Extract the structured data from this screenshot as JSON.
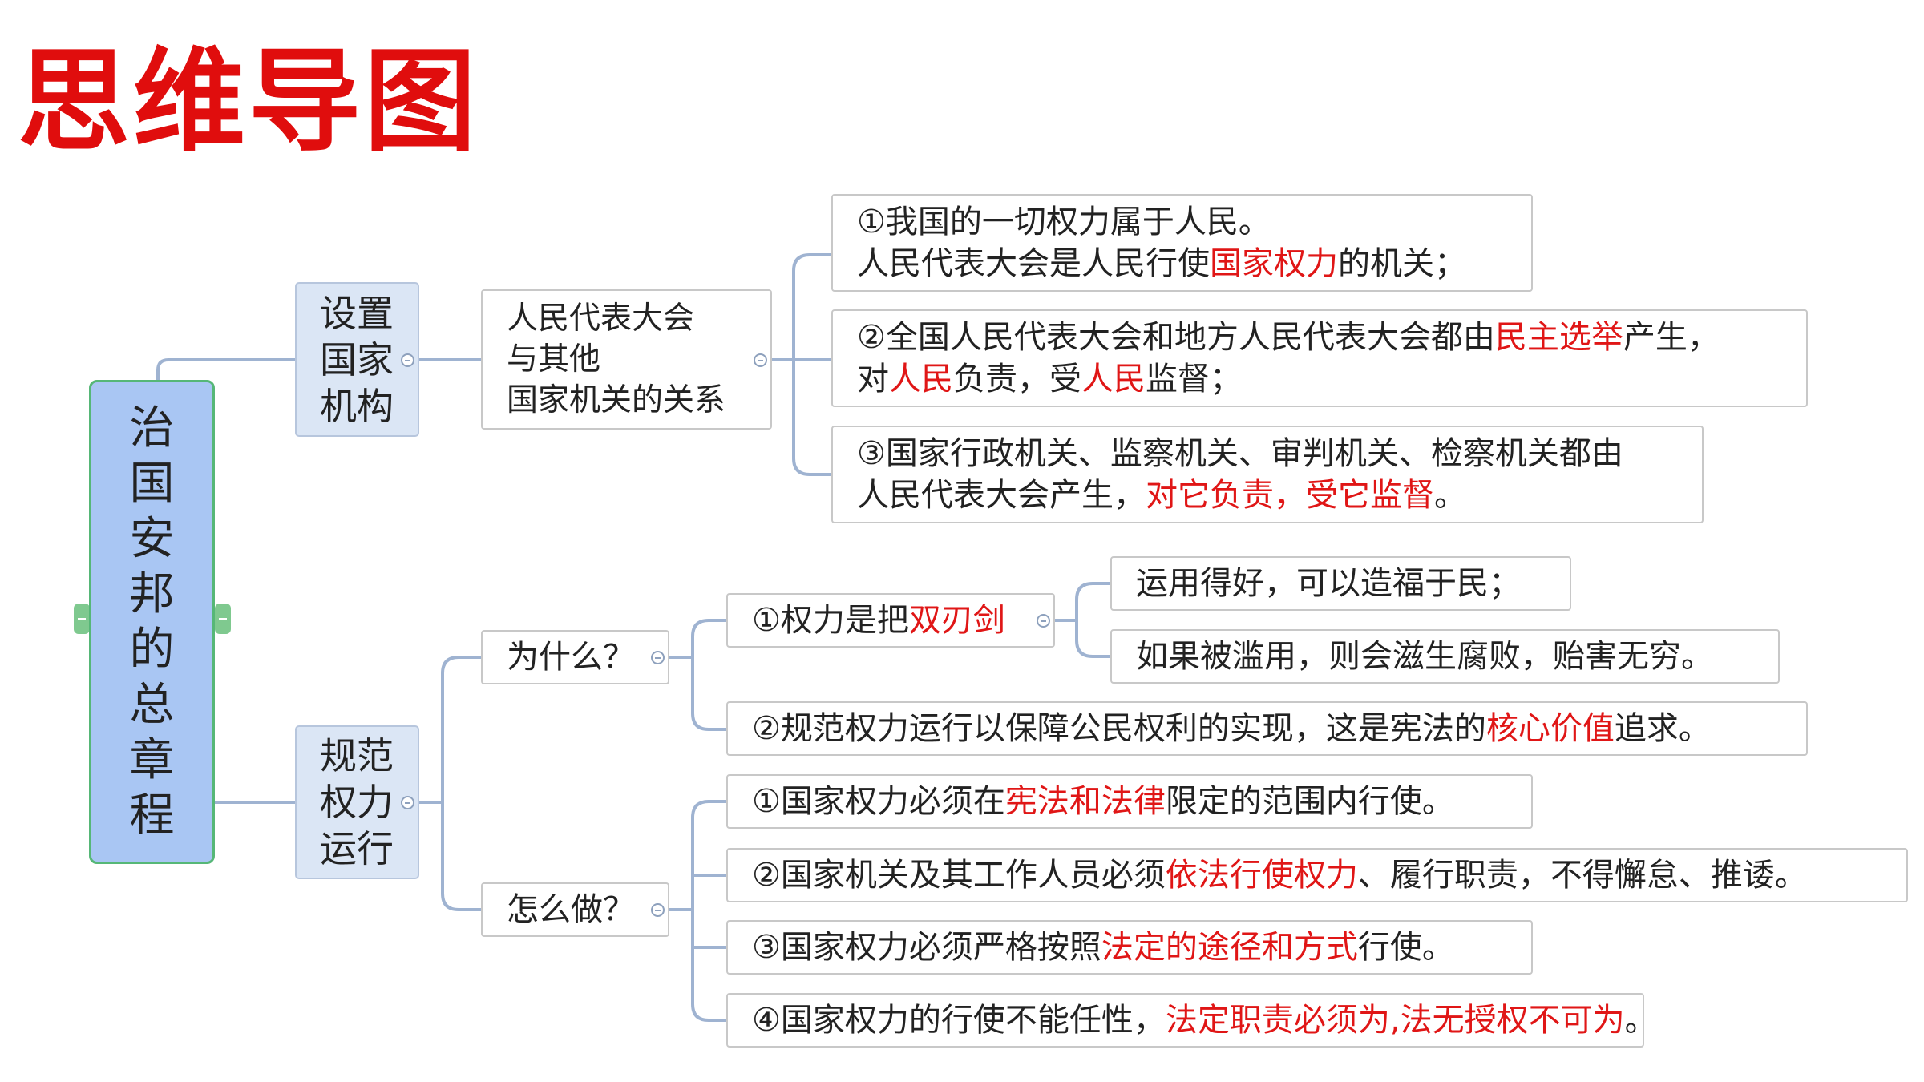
{
  "title": "思维导图",
  "root": {
    "label": "治国安邦的总章程"
  },
  "branches": {
    "setup": {
      "label": "设置国家机构",
      "relation": {
        "label_lines": [
          "人民代表大会",
          "与其他",
          "国家机关的关系"
        ],
        "items": [
          {
            "lines": [
              [
                {
                  "t": "①我国的一切权力属于人民。",
                  "red": false
                }
              ],
              [
                {
                  "t": "人民代表大会是人民行使",
                  "red": false
                },
                {
                  "t": "国家权力",
                  "red": true
                },
                {
                  "t": "的机关；",
                  "red": false
                }
              ]
            ]
          },
          {
            "lines": [
              [
                {
                  "t": "②全国人民代表大会和地方人民代表大会都由",
                  "red": false
                },
                {
                  "t": "民主选举",
                  "red": true
                },
                {
                  "t": "产生，",
                  "red": false
                }
              ],
              [
                {
                  "t": "对",
                  "red": false
                },
                {
                  "t": "人民",
                  "red": true
                },
                {
                  "t": "负责，受",
                  "red": false
                },
                {
                  "t": "人民",
                  "red": true
                },
                {
                  "t": "监督；",
                  "red": false
                }
              ]
            ]
          },
          {
            "lines": [
              [
                {
                  "t": "③国家行政机关、监察机关、审判机关、检察机关都由",
                  "red": false
                }
              ],
              [
                {
                  "t": "人民代表大会产生，",
                  "red": false
                },
                {
                  "t": "对它负责，受它监督",
                  "red": true
                },
                {
                  "t": "。",
                  "red": false
                }
              ]
            ]
          }
        ]
      }
    },
    "regulate": {
      "label": "规范权力运行",
      "why": {
        "label": "为什么？",
        "sword": {
          "parts": [
            {
              "t": "①权力是把",
              "red": false
            },
            {
              "t": "双刃剑",
              "red": true
            }
          ],
          "children": [
            [
              {
                "t": "运用得好，可以造福于民；",
                "red": false
              }
            ],
            [
              {
                "t": "如果被滥用，则会滋生腐败，贻害无穷。",
                "red": false
              }
            ]
          ]
        },
        "item2": [
          {
            "t": "②规范权力运行以保障公民权利的实现，这是宪法的",
            "red": false
          },
          {
            "t": "核心价值",
            "red": true
          },
          {
            "t": "追求。",
            "red": false
          }
        ]
      },
      "how": {
        "label": "怎么做？",
        "items": [
          [
            {
              "t": "①国家权力必须在",
              "red": false
            },
            {
              "t": "宪法和法律",
              "red": true
            },
            {
              "t": "限定的范围内行使。",
              "red": false
            }
          ],
          [
            {
              "t": "②国家机关及其工作人员必须",
              "red": false
            },
            {
              "t": "依法行使权力",
              "red": true
            },
            {
              "t": "、履行职责，不得懈怠、推诿。",
              "red": false
            }
          ],
          [
            {
              "t": "③国家权力必须严格按照",
              "red": false
            },
            {
              "t": "法定的途径和方式",
              "red": true
            },
            {
              "t": "行使。",
              "red": false
            }
          ],
          [
            {
              "t": "④国家权力的行使不能任性，",
              "red": false
            },
            {
              "t": "法定职责必须为,法无授权不可为",
              "red": true
            },
            {
              "t": "。",
              "red": false
            }
          ]
        ]
      }
    }
  },
  "colors": {
    "title": "#e00d0d",
    "emphasis": "#e01616",
    "root_fill": "#a9c6f3",
    "root_border": "#56b777",
    "mid_fill": "#dbe6f5",
    "connector": "#9fb3d1"
  }
}
